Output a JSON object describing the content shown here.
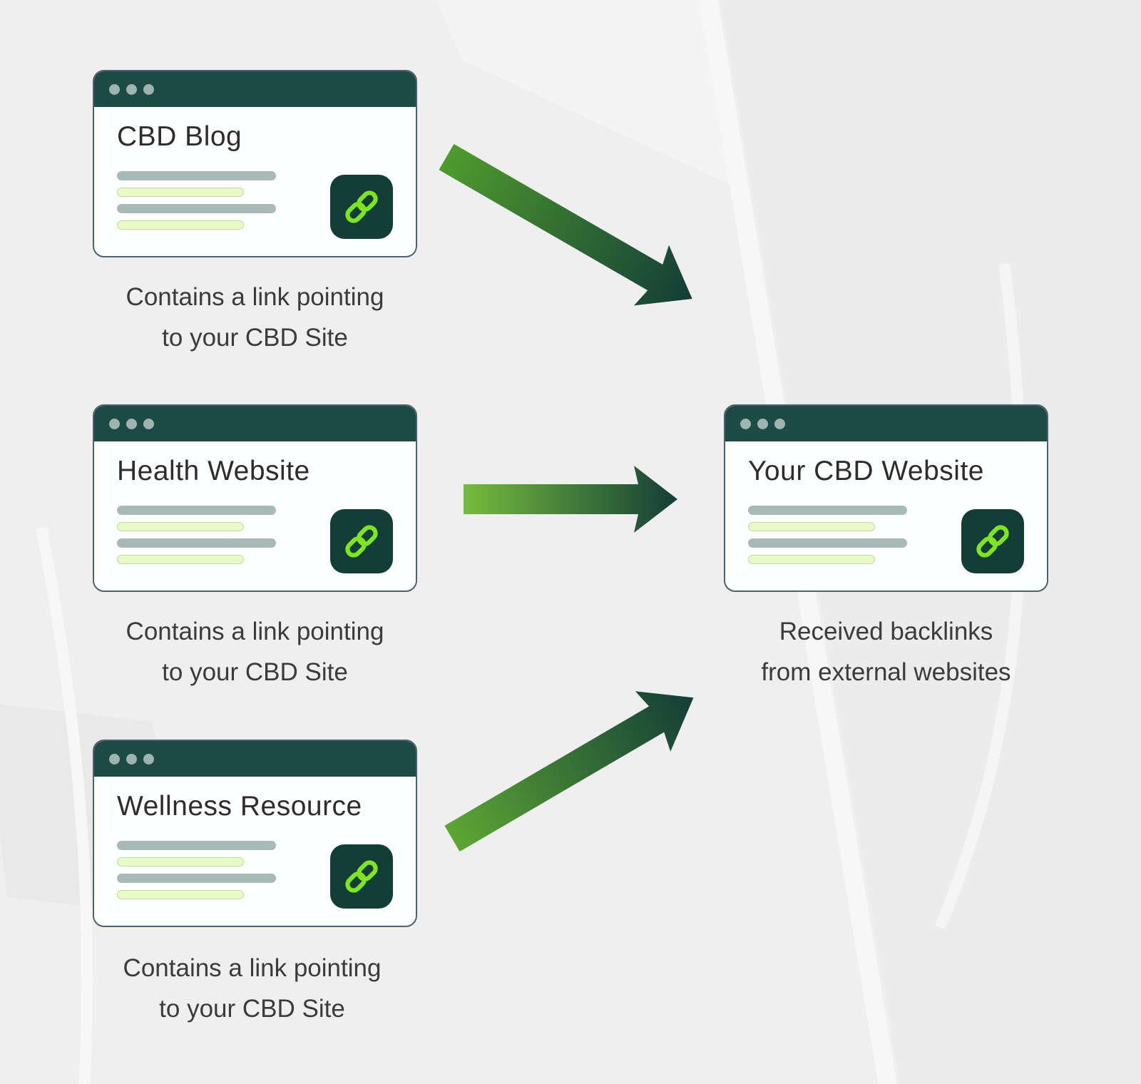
{
  "colors": {
    "page_bg": "#efeff0",
    "teal_header": "#1c4a45",
    "teal_icon_box": "#133e38",
    "lime": "#7fe51e",
    "gray_line": "#a7bab8",
    "green_line": "#e6fbc7",
    "green_line_border": "#c4da9d",
    "card_bg": "#fdfefe",
    "card_border": "#4e616c",
    "title_text": "#2d2d2d",
    "caption_text": "#3b3b3b",
    "window_dot": "#9fb3b0",
    "arrow_dark": "#133d37",
    "arrow_green_top": "#4f9b2e",
    "arrow_green_mid": "#76bc3d",
    "arrow_green_bottom": "#5ca634"
  },
  "cards": {
    "source1": {
      "title": "CBD Blog",
      "caption_line1": "Contains a link pointing",
      "caption_line2": "to your CBD Site"
    },
    "source2": {
      "title": "Health Website",
      "caption_line1": "Contains a link pointing",
      "caption_line2": "to your CBD Site"
    },
    "source3": {
      "title": "Wellness Resource",
      "caption_line1": "Contains a link pointing",
      "caption_line2": "to your CBD Site"
    },
    "target": {
      "title": "Your CBD Website",
      "caption_line1": "Received backlinks",
      "caption_line2": "from external websites"
    }
  },
  "icons": {
    "card_action": "link-icon",
    "titlebar_controls": "window-dots"
  }
}
